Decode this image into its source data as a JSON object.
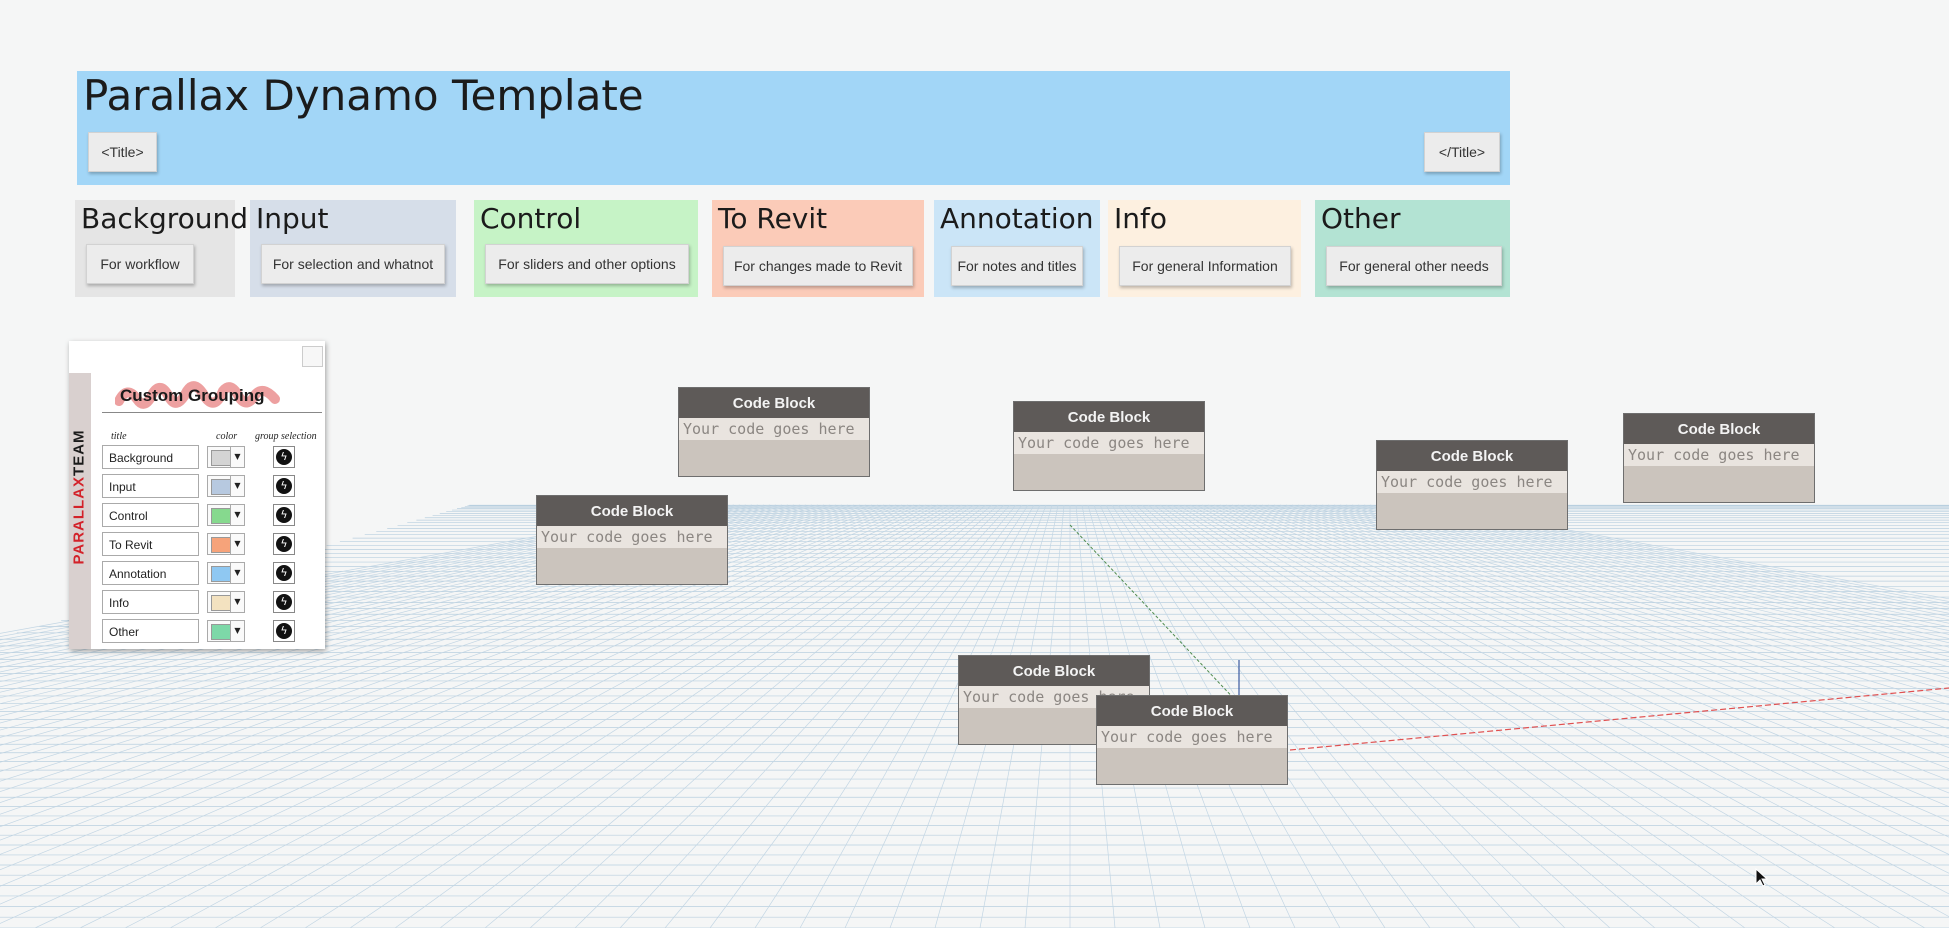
{
  "header": {
    "title": "Parallax Dynamo Template",
    "open_tag": "<Title>",
    "close_tag": "</Title>",
    "color": "#a2d6f7"
  },
  "groups": [
    {
      "title": "Background",
      "note": "For workflow",
      "color": "#e5e5e5"
    },
    {
      "title": "Input",
      "note": "For selection and whatnot",
      "color": "#d6dee9"
    },
    {
      "title": "Control",
      "note": "For sliders and other options",
      "color": "#c6f3c6"
    },
    {
      "title": "To Revit",
      "note": "For changes made to Revit",
      "color": "#fbcbb8"
    },
    {
      "title": "Annotation",
      "note": "For notes and titles",
      "color": "#cbe5f7"
    },
    {
      "title": "Info",
      "note": "For general Information",
      "color": "#fdf0e0"
    },
    {
      "title": "Other",
      "note": "For general other needs",
      "color": "#b3e3d3"
    }
  ],
  "code_blocks": {
    "header": "Code Block",
    "placeholder": "Your code goes here",
    "count": 7
  },
  "panel": {
    "brand_red": "PARALLAX",
    "brand_black": "TEAM",
    "title": "Custom Grouping",
    "col_title": "title",
    "col_color": "color",
    "col_selection": "group selection",
    "rows": [
      {
        "title": "Background",
        "color": "#d4d4d4"
      },
      {
        "title": "Input",
        "color": "#b7c9e0"
      },
      {
        "title": "Control",
        "color": "#86d98e"
      },
      {
        "title": "To Revit",
        "color": "#f6a37a"
      },
      {
        "title": "Annotation",
        "color": "#8fc8f2"
      },
      {
        "title": "Info",
        "color": "#f3e2c0"
      },
      {
        "title": "Other",
        "color": "#7dd8a8"
      }
    ],
    "select_icon": "lightning-icon"
  }
}
